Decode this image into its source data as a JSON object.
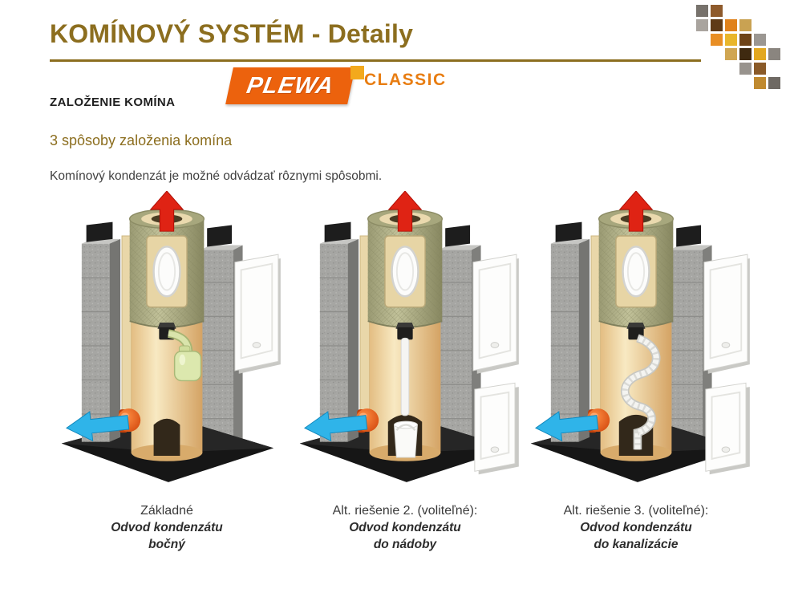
{
  "header": {
    "title": "KOMÍNOVÝ SYSTÉM - Detaily",
    "subtitle": "ZALOŽENIE KOMÍNA"
  },
  "brand": {
    "logo_text": "PLEWA",
    "product_line": "CLASSIC"
  },
  "content": {
    "section_heading": "3 spôsoby založenia komína",
    "intro": "Komínový kondenzát je možné odvádzať rôznymi spôsobmi."
  },
  "figures": [
    {
      "caption_title": "Základné",
      "caption_line2": "Odvod kondenzátu",
      "caption_line3": "bočný"
    },
    {
      "caption_title": "Alt. riešenie 2. (voliteľné):",
      "caption_line2": "Odvod kondenzátu",
      "caption_line3": "do nádoby"
    },
    {
      "caption_title": "Alt. riešenie 3. (voliteľné):",
      "caption_line2": "Odvod kondenzátu",
      "caption_line3": "do kanalizácie"
    }
  ],
  "colors": {
    "title_gold": "#8c6e1f",
    "brand_orange": "#ec620d",
    "classic_orange": "#e87d12",
    "arrow_red": "#df2314",
    "arrow_blue": "#2fb4e9",
    "fitting_orange": "#e8500c"
  },
  "mosaic": {
    "rows": 6,
    "cols": 6,
    "cells": [
      [
        "#77726c",
        "#8e5a2b",
        null,
        null,
        null,
        null
      ],
      [
        "#a9a49e",
        "#5f3a16",
        "#e0821c",
        "#c9a252",
        null,
        null
      ],
      [
        null,
        "#e88e24",
        "#e9b62b",
        "#6e4418",
        "#9b9792",
        null
      ],
      [
        null,
        null,
        "#d0a652",
        "#3f2a10",
        "#e3a81f",
        "#8a857f"
      ],
      [
        null,
        null,
        null,
        "#98938d",
        "#8a5a28",
        null
      ],
      [
        null,
        null,
        null,
        null,
        "#c08a30",
        "#6e6963"
      ]
    ]
  }
}
